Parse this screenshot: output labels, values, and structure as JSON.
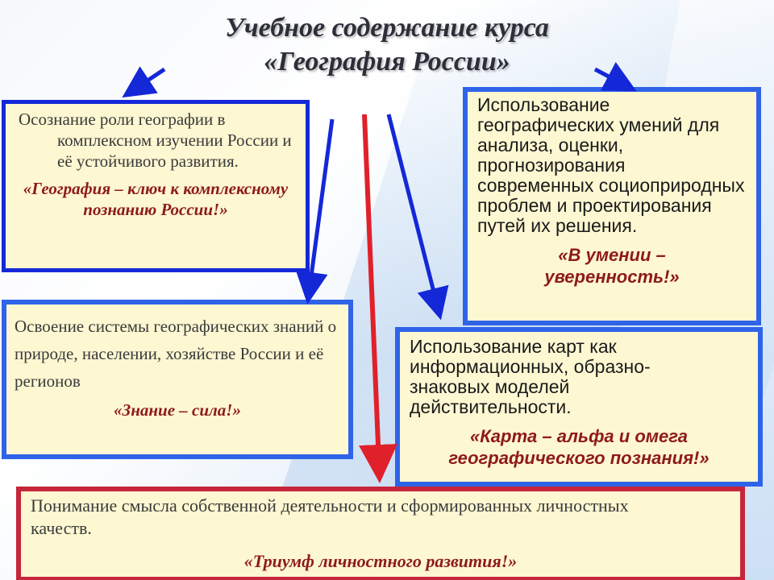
{
  "title": {
    "line1": "Учебное содержание курса",
    "line2": "«География России»"
  },
  "boxes": {
    "top_left": {
      "text": "Осознание роли географии в комплексном изучении России и её устойчивого развития.",
      "slogan": "«География – ключ к комплексному познанию России!»"
    },
    "mid_left": {
      "text": "Освоение системы географических знаний о природе, населении, хозяйстве России и её регионов",
      "slogan": "«Знание – сила!»"
    },
    "top_right": {
      "text": "Использование географических умений для анализа, оценки, прогнозирования современных социоприродных проблем и проектирования путей их решения.",
      "slogan": "«В умении – уверенность!»"
    },
    "mid_right": {
      "text": "Использование карт как информационных, образно-знаковых моделей действительности.",
      "slogan": "«Карта – альфа и омега географического познания!»"
    },
    "bottom": {
      "text": "Понимание смысла собственной деятельности и сформированных личностных качеств.",
      "slogan": "«Триумф личностного развития!»"
    }
  },
  "colors": {
    "box_fill": "#fdf7d2",
    "blue_border": "#1428d8",
    "light_blue_border": "#2f63e8",
    "red_border": "#c6253a",
    "slogan": "#8e1a1a"
  }
}
